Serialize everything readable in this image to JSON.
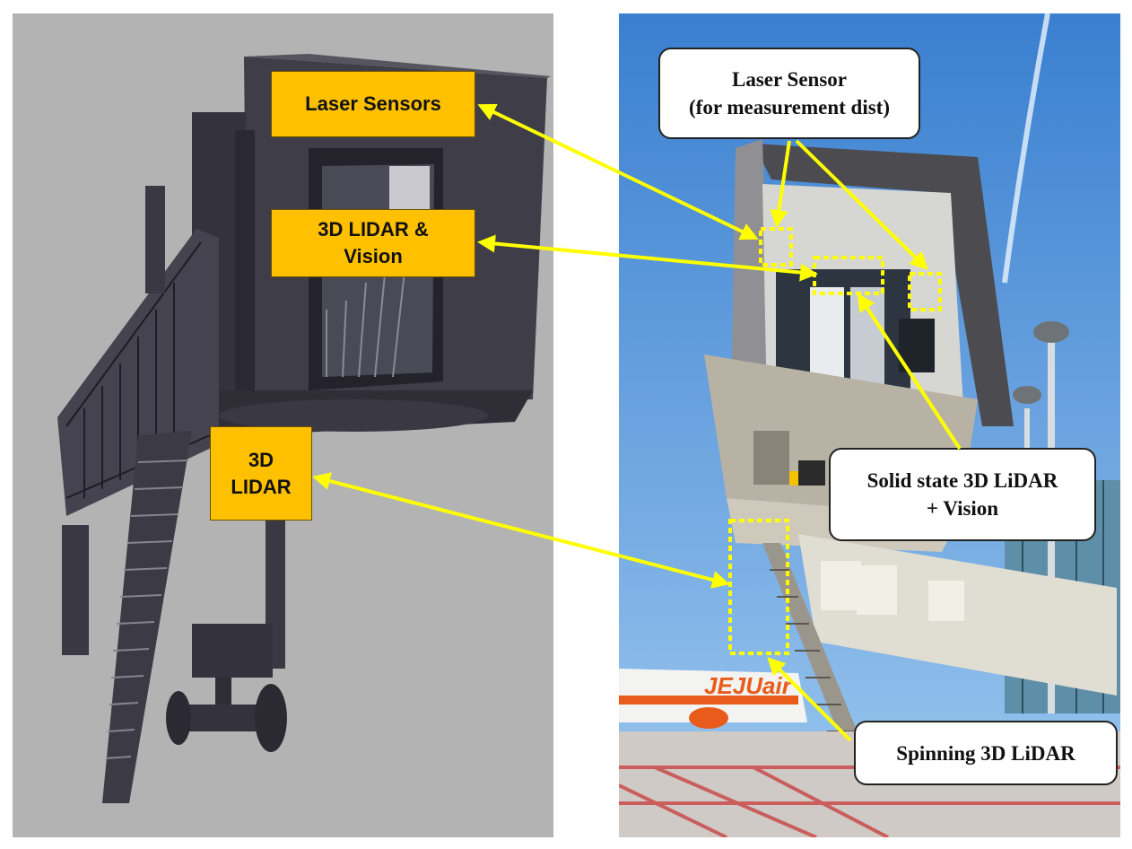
{
  "left_labels": {
    "laser_sensors": "Laser Sensors",
    "lidar_vision_line1": "3D LIDAR &",
    "lidar_vision_line2": "Vision",
    "lidar_line1": "3D",
    "lidar_line2": "LIDAR"
  },
  "right_callouts": {
    "laser_sensor_line1": "Laser Sensor",
    "laser_sensor_line2": "(for measurement dist)",
    "solid_state_line1": "Solid state 3D LiDAR",
    "solid_state_line2": "+ Vision",
    "spinning": "Spinning 3D LiDAR"
  },
  "aircraft_livery_text": "JEJUair",
  "colors": {
    "label_fill": "#ffc000",
    "arrow": "#ffff00",
    "dotted_box": "#ffff00",
    "left_background": "#b3b3b3",
    "model_gray": "#3c3b46",
    "sky_blue": "#4a90d9"
  }
}
